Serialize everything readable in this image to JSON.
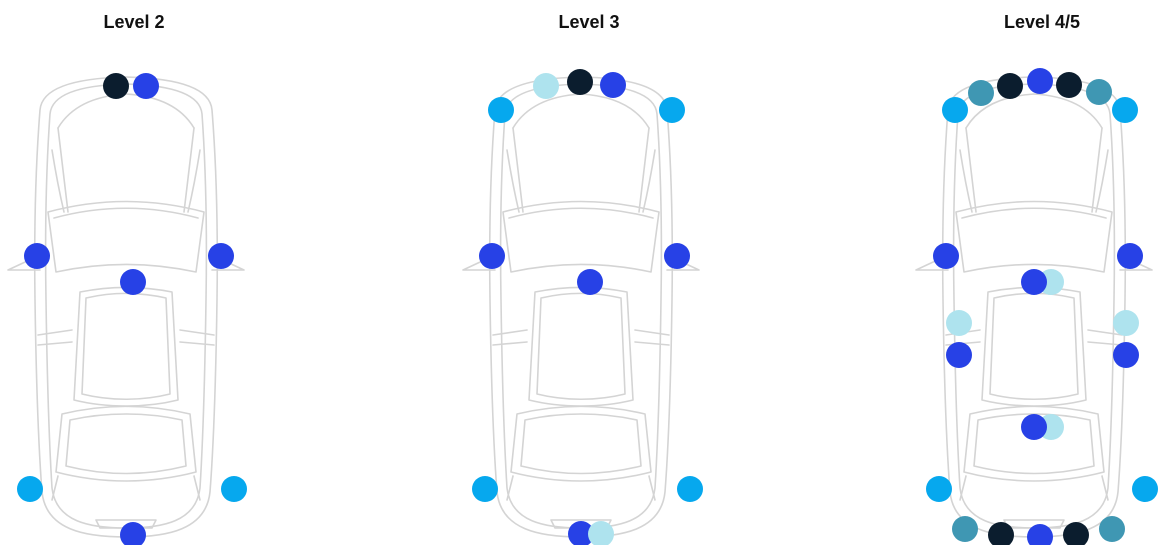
{
  "colors": {
    "navy": "#0b1d2e",
    "blue": "#2741e6",
    "cyan": "#06a8ee",
    "light": "#aee3ee",
    "teal": "#3f97b3",
    "car_outline": "#d4d4d4"
  },
  "panels": [
    {
      "title": "Level 2",
      "sensors": [
        "navy",
        "blue",
        "blue",
        "blue",
        "blue",
        "cyan",
        "cyan",
        "blue"
      ]
    },
    {
      "title": "Level 3",
      "sensors": [
        "light",
        "navy",
        "blue",
        "cyan",
        "cyan",
        "blue",
        "blue",
        "blue",
        "cyan",
        "cyan",
        "blue",
        "light"
      ]
    },
    {
      "title": "Level 4/5",
      "sensors": [
        "cyan",
        "teal",
        "navy",
        "blue",
        "navy",
        "teal",
        "cyan",
        "blue",
        "blue",
        "light",
        "blue",
        "light",
        "blue",
        "light",
        "blue",
        "light",
        "blue",
        "cyan",
        "cyan",
        "teal",
        "navy",
        "blue",
        "navy",
        "teal"
      ]
    }
  ]
}
